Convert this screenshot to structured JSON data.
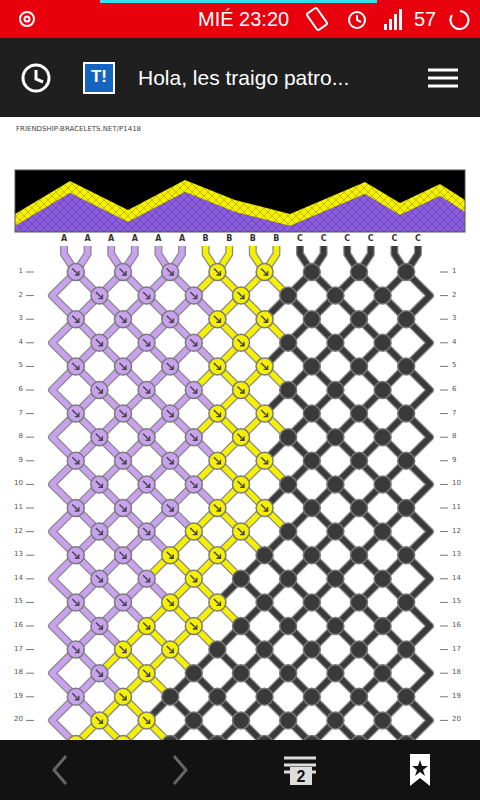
{
  "diagram": {
    "title": "Hola, les traigo patro...",
    "labels": [
      "MIÉ 23:20",
      "57",
      "T!",
      "FRIENDSHIP-BRACELETS.NET/P1418",
      "A",
      "A",
      "A",
      "A",
      "A",
      "A",
      "B",
      "B",
      "B",
      "B",
      "C",
      "C",
      "C",
      "C",
      "C",
      "C",
      "1",
      "2",
      "3",
      "4",
      "5",
      "6",
      "7",
      "8",
      "9",
      "10",
      "11",
      "12",
      "13",
      "14",
      "15",
      "16",
      "17",
      "18",
      "19",
      "20",
      "1",
      "2",
      "3",
      "4",
      "5",
      "6",
      "7",
      "8",
      "9",
      "10",
      "11",
      "12",
      "13",
      "14",
      "15",
      "16",
      "17",
      "18",
      "19",
      "20",
      "2"
    ]
  }
}
